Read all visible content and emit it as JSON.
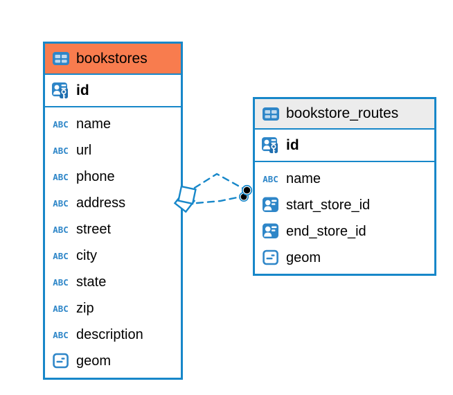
{
  "diagram": {
    "background": "#ffffff",
    "accent_color": "#1787C9",
    "icons": {
      "text_type_label": "ABC"
    },
    "tables": [
      {
        "title": "bookstores",
        "header_color": "#F87C4E",
        "primary_key": "id",
        "columns": [
          {
            "name": "name",
            "type": "text"
          },
          {
            "name": "url",
            "type": "text"
          },
          {
            "name": "phone",
            "type": "text"
          },
          {
            "name": "address",
            "type": "text"
          },
          {
            "name": "street",
            "type": "text"
          },
          {
            "name": "city",
            "type": "text"
          },
          {
            "name": "state",
            "type": "text"
          },
          {
            "name": "zip",
            "type": "text"
          },
          {
            "name": "description",
            "type": "text"
          },
          {
            "name": "geom",
            "type": "geometry"
          }
        ]
      },
      {
        "title": "bookstore_routes",
        "header_color": "#ECECEC",
        "primary_key": "id",
        "columns": [
          {
            "name": "name",
            "type": "text"
          },
          {
            "name": "start_store_id",
            "type": "reference"
          },
          {
            "name": "end_store_id",
            "type": "reference"
          },
          {
            "name": "geom",
            "type": "geometry"
          }
        ]
      }
    ],
    "relations": {
      "count": 2,
      "from_table": "bookstores",
      "to_table": "bookstore_routes",
      "line_style": "dashed"
    }
  }
}
